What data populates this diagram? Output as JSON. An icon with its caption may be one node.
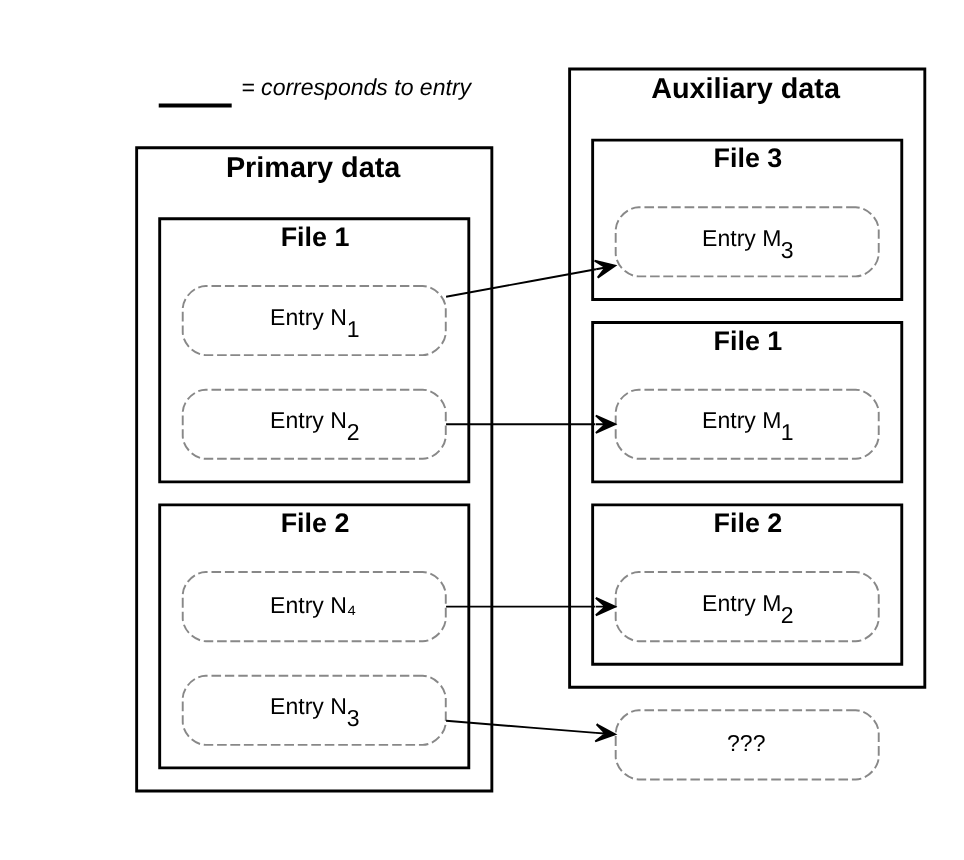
{
  "diagram": {
    "nodes": [
      {
        "text": [
          "Primary data"
        ]
      },
      {
        "text": [
          "File 1"
        ],
        "in": 0
      },
      {
        "text": [
          "Entry N$_{1}$"
        ],
        "in": 1
      },
      {
        "text": [
          "Entry N$_{2}$"
        ],
        "in": 1
      },
      {
        "text": [
          "File 2"
        ],
        "in": 0
      },
      {
        "text": [
          "Entry N$_{3}$"
        ],
        "in": 4
      },
      {
        "text": [
          "Entry N₄"
        ],
        "in": 4
      },
      {
        "text": [
          "Auxiliary data"
        ]
      },
      {
        "text": [
          "File 1"
        ],
        "in": 7
      },
      {
        "text": [
          "Entry M$_{1}$"
        ],
        "in": 8
      },
      {
        "text": [
          "File 2"
        ],
        "in": 7
      },
      {
        "text": [
          "Entry M$_{2}$"
        ],
        "in": 10
      },
      {
        "text": [
          "File 3"
        ],
        "in": 7
      },
      {
        "text": [
          "Entry M$_{3}$"
        ],
        "in": 12
      },
      {
        "text": [
          "???"
        ]
      }
    ],
    "edges": [
      {
        "from": 2,
        "to": 13,
        "arrow": "to"
      },
      {
        "from": 3,
        "to": 9,
        "arrow": "to"
      },
      {
        "from": 5,
        "to": 14,
        "arrow": "to"
      },
      {
        "from": 6,
        "to": 11,
        "arrow": "to"
      }
    ],
    "legend": [
      {
        "text": "= corresponds to entry"
      }
    ]
  }
}
